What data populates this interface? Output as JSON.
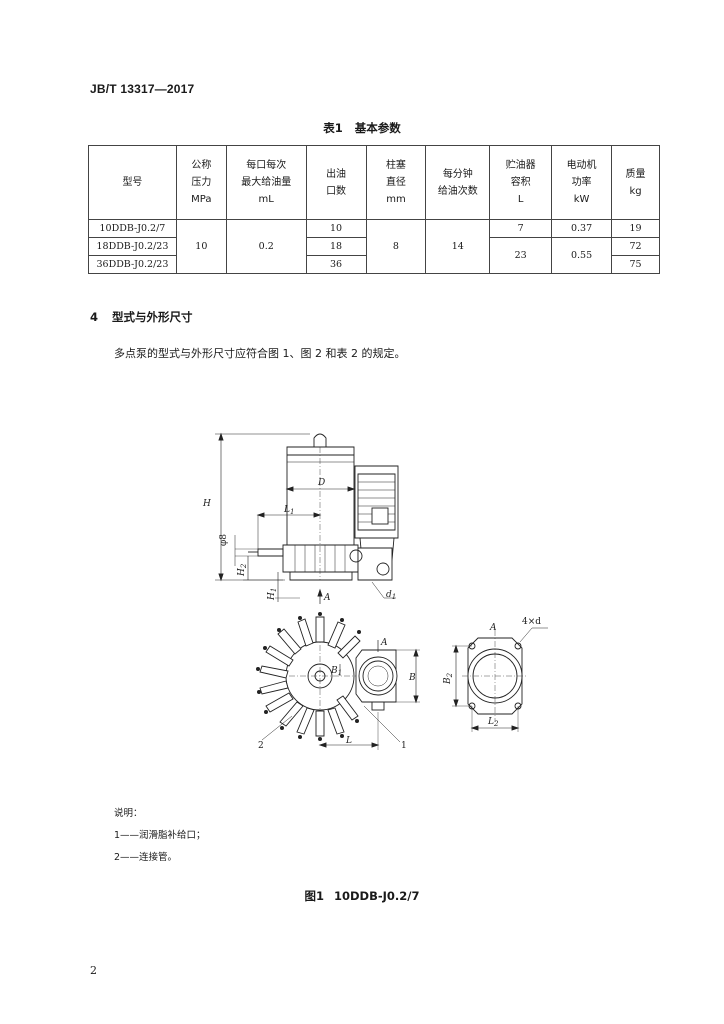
{
  "header": {
    "code": "JB/T 13317—2017"
  },
  "table": {
    "caption_num": "表1",
    "caption_title": "基本参数",
    "headers": [
      [
        "型号"
      ],
      [
        "公称",
        "压力",
        "MPa"
      ],
      [
        "每口每次",
        "最大给油量",
        "mL"
      ],
      [
        "出油",
        "口数"
      ],
      [
        "柱塞",
        "直径",
        "mm"
      ],
      [
        "每分钟",
        "给油次数"
      ],
      [
        "贮油器",
        "容积",
        "L"
      ],
      [
        "电动机",
        "功率",
        "kW"
      ],
      [
        "质量",
        "kg"
      ]
    ],
    "rows": [
      {
        "model": "10DDB-J0.2/7",
        "outlets": "10",
        "volume": "7",
        "power": "0.37",
        "mass": "19"
      },
      {
        "model": "18DDB-J0.2/23",
        "outlets": "18",
        "mass": "72"
      },
      {
        "model": "36DDB-J0.2/23",
        "outlets": "36",
        "mass": "75"
      }
    ],
    "shared": {
      "pressure": "10",
      "max_feed": "0.2",
      "plunger": "8",
      "strokes": "14",
      "volume_23": "23",
      "power_055": "0.55"
    }
  },
  "section": {
    "number": "4",
    "title": "型式与外形尺寸",
    "body": "多点泵的型式与外形尺寸应符合图 1、图 2 和表 2 的规定。"
  },
  "drawing": {
    "labels": {
      "H": "H",
      "D": "D",
      "L1": "L",
      "L1_sub": "1",
      "phi8": "φ8",
      "H2": "H",
      "H2_sub": "2",
      "H1": "H",
      "H1_sub": "1",
      "d1": "d",
      "d1_sub": "1",
      "A_top": "A",
      "A_plan": "A",
      "B": "B",
      "B1": "B",
      "B1_sub": "1",
      "L": "L",
      "callout_1": "1",
      "callout_2": "2",
      "A_flange": "A",
      "four_d": "4×d",
      "B2": "B",
      "B2_sub": "2",
      "L2": "L",
      "L2_sub": "2"
    }
  },
  "notes": {
    "title": "说明：",
    "items": [
      "1——润滑脂补给口；",
      "2——连接管。"
    ]
  },
  "figure": {
    "caption_num": "图1",
    "caption_title": "10DDB-J0.2/7"
  },
  "page": {
    "number": "2"
  }
}
